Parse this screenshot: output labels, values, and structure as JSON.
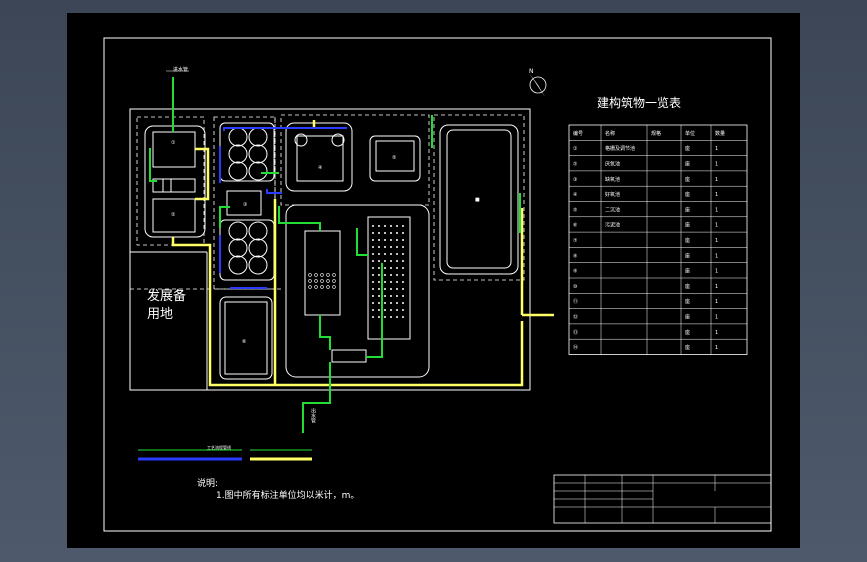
{
  "drawing": {
    "table_title": "建构筑物一览表",
    "reserve_land_line1": "发展备",
    "reserve_land_line2": "用地",
    "note_title": "说明:",
    "note_line1": "1.图中所有标注单位均以米计，m。",
    "inlet_label": "进水管",
    "outlet_label": "出水管",
    "compass_label": "N"
  },
  "legend": {
    "items": [
      "工艺流程管线",
      "",
      ""
    ]
  },
  "table": {
    "headers": [
      "编号",
      "名称",
      "规格",
      "单位",
      "数量"
    ],
    "rows": [
      [
        "①",
        "格栅及调节池",
        "",
        "座",
        "1"
      ],
      [
        "②",
        "厌氧池",
        "",
        "座",
        "1"
      ],
      [
        "③",
        "缺氧池",
        "",
        "座",
        "1"
      ],
      [
        "④",
        "好氧池",
        "",
        "座",
        "1"
      ],
      [
        "⑤",
        "二沉池",
        "",
        "座",
        "1"
      ],
      [
        "⑥",
        "污泥池",
        "",
        "座",
        "1"
      ],
      [
        "⑦",
        "",
        "",
        "座",
        "1"
      ],
      [
        "⑧",
        "",
        "",
        "座",
        "1"
      ],
      [
        "⑨",
        "",
        "",
        "座",
        "1"
      ],
      [
        "⑩",
        "",
        "",
        "座",
        "1"
      ],
      [
        "⑪",
        "",
        "",
        "座",
        "1"
      ],
      [
        "⑫",
        "",
        "",
        "座",
        "1"
      ],
      [
        "⑬",
        "",
        "",
        "座",
        "1"
      ],
      [
        "⑭",
        "",
        "",
        "座",
        "1"
      ]
    ]
  },
  "title_block": {
    "left_labels": [
      "",
      "",
      "",
      ""
    ],
    "right_labels": [
      "",
      "",
      "",
      ""
    ]
  },
  "colors": {
    "pipe_green": "#22dd33",
    "pipe_blue": "#2a3cff",
    "pipe_yellow": "#ffff66",
    "line_white": "#ffffff",
    "sheet_bg": "#000000"
  }
}
